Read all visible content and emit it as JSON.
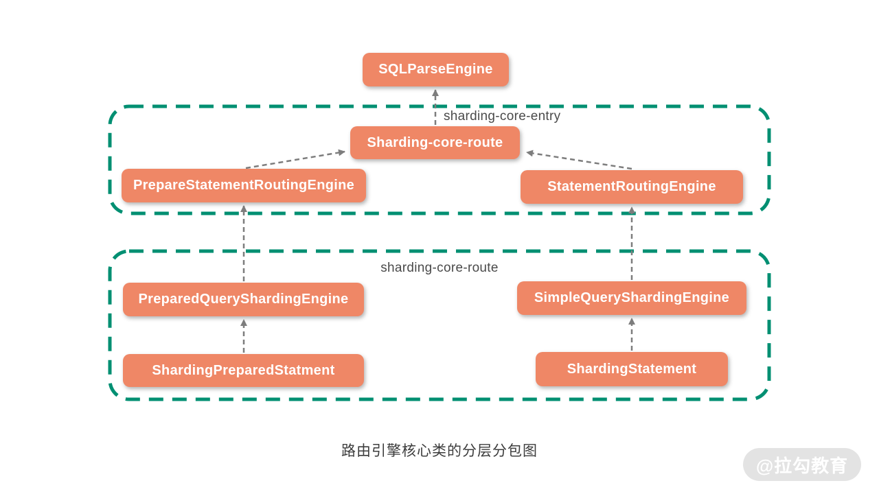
{
  "diagram": {
    "top_node": "SQLParseEngine",
    "packages": {
      "entry": {
        "label": "sharding-core-entry",
        "nodes": {
          "core_route": "Sharding-core-route",
          "prepare_statement_routing_engine": "PrepareStatementRoutingEngine",
          "statement_routing_engine": "StatementRoutingEngine"
        }
      },
      "route": {
        "label": "sharding-core-route",
        "nodes": {
          "prepared_query_sharding_engine": "PreparedQueryShardingEngine",
          "simple_query_sharding_engine": "SimpleQueryShardingEngine",
          "sharding_prepared_statment": "ShardingPreparedStatment",
          "sharding_statement": "ShardingStatement"
        }
      }
    },
    "edges": [
      {
        "from": "Sharding-core-route",
        "to": "SQLParseEngine",
        "style": "dashed-arrow"
      },
      {
        "from": "PrepareStatementRoutingEngine",
        "to": "Sharding-core-route",
        "style": "dashed-arrow"
      },
      {
        "from": "StatementRoutingEngine",
        "to": "Sharding-core-route",
        "style": "dashed-arrow"
      },
      {
        "from": "PreparedQueryShardingEngine",
        "to": "PrepareStatementRoutingEngine",
        "style": "dashed-arrow"
      },
      {
        "from": "SimpleQueryShardingEngine",
        "to": "StatementRoutingEngine",
        "style": "dashed-arrow"
      },
      {
        "from": "ShardingPreparedStatment",
        "to": "PreparedQueryShardingEngine",
        "style": "dashed-arrow"
      },
      {
        "from": "ShardingStatement",
        "to": "SimpleQueryShardingEngine",
        "style": "dashed-arrow"
      }
    ],
    "caption": "路由引擎核心类的分层分包图",
    "watermark": "@拉勾教育",
    "colors": {
      "node_fill": "#EF8766",
      "node_text": "#FFFFFF",
      "container_border": "#008F72",
      "arrow": "#7D7D7D",
      "package_label_text": "#4A4A4A",
      "caption_text": "#3C3C3C",
      "watermark_bg": "#E3E3E3",
      "watermark_text": "#FFFFFF"
    }
  }
}
